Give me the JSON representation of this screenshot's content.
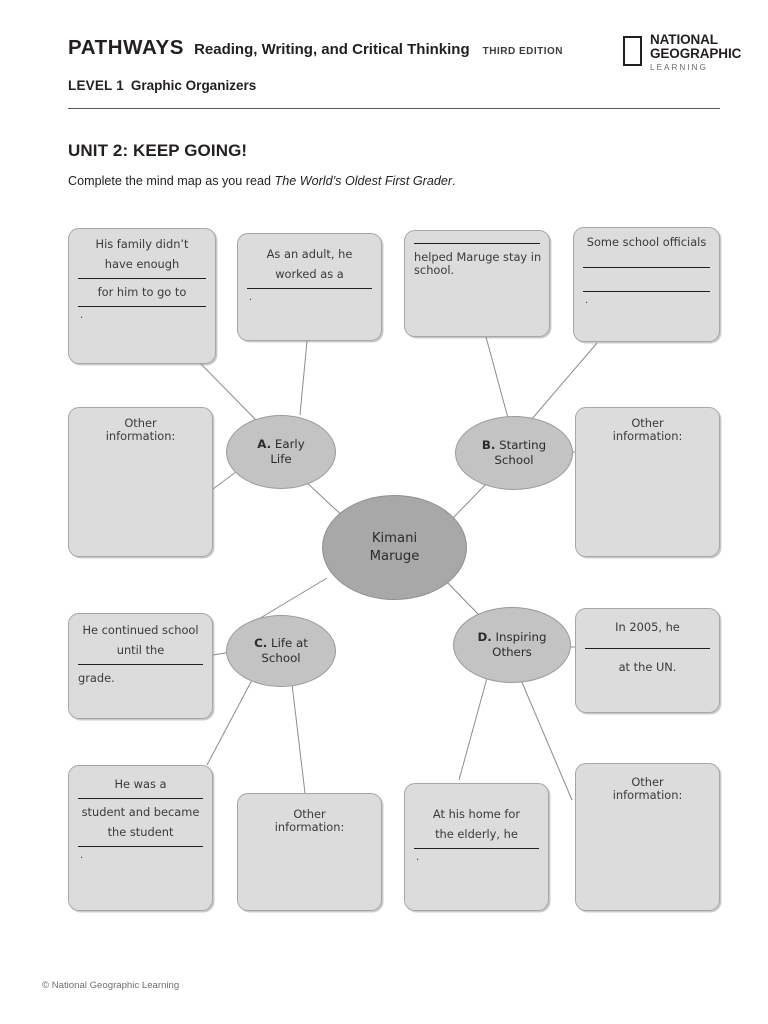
{
  "header": {
    "brand": "PATHWAYS",
    "subtitle": "Reading, Writing, and Critical Thinking",
    "edition": "THIRD EDITION",
    "level": "LEVEL 1",
    "section": "Graphic Organizers",
    "logo": {
      "line1": "NATIONAL",
      "line2": "GEOGRAPHIC",
      "line3": "LEARNING"
    }
  },
  "title": "UNIT 2: KEEP GOING!",
  "instructions": {
    "lead": "Complete the mind map as you read ",
    "book": "The World’s Oldest First Grader",
    "tail": "."
  },
  "diagram": {
    "center": {
      "line1": "Kimani",
      "line2": "Maruge"
    },
    "branches": [
      {
        "id": "a",
        "letter": "A.",
        "line1": "Early",
        "line2": "Life"
      },
      {
        "id": "b",
        "letter": "B.",
        "line1": "Starting",
        "line2": "School"
      },
      {
        "id": "c",
        "letter": "C.",
        "line1": "Life at",
        "line2": "School"
      },
      {
        "id": "d",
        "letter": "D.",
        "letter_line": "Inspiring",
        "line1": "Inspiring",
        "line2": "Others"
      }
    ],
    "boxes": {
      "family": {
        "l1": "His family didn’t",
        "l2": "have enough",
        "l3": "for him to go to"
      },
      "adult": {
        "l1": "As an adult, he",
        "l2": "worked as a"
      },
      "helped": {
        "l1": "helped Maruge stay in",
        "l2": "school."
      },
      "officials": {
        "l1": "Some school officials"
      },
      "other_a": {
        "l1": "Other",
        "l2": "information:"
      },
      "other_b": {
        "l1": "Other",
        "l2": "information:"
      },
      "continued": {
        "l1": "He continued school",
        "l2": "until the",
        "l3": "grade."
      },
      "was_a": {
        "l1": "He was a",
        "l2": "student and became",
        "l3": "the student"
      },
      "other_c": {
        "l1": "Other",
        "l2": "information:"
      },
      "home": {
        "l1": "At his home for",
        "l2": "the elderly, he"
      },
      "un": {
        "l1": "In 2005, he",
        "l2": "at the UN."
      },
      "other_d": {
        "l1": "Other",
        "l2": "information:"
      }
    }
  },
  "footer": "© National Geographic Learning",
  "colors": {
    "box_fill": "#dcdcdc",
    "branch_fill": "#c3c3c3",
    "center_fill": "#a8a8a8",
    "rule": "#58595b"
  }
}
